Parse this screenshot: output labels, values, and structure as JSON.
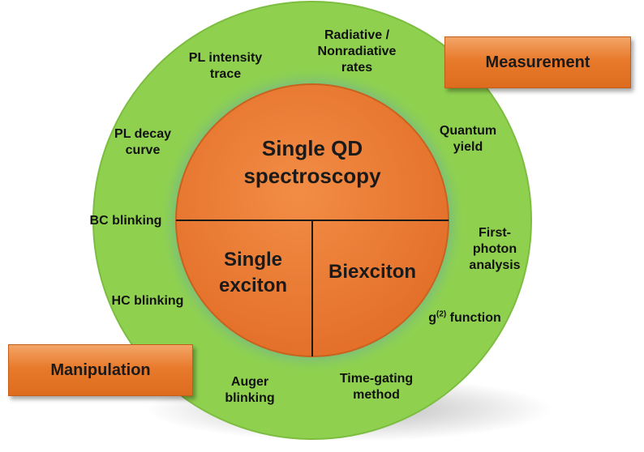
{
  "center": {
    "title_line1": "Single QD",
    "title_line2": "spectroscopy"
  },
  "segments": {
    "left_line1": "Single",
    "left_line2": "exciton",
    "right": "Biexciton"
  },
  "boxes": {
    "measurement": "Measurement",
    "manipulation": "Manipulation"
  },
  "ring_labels": {
    "radiative_line1": "Radiative /",
    "radiative_line2": "Nonradiative",
    "radiative_line3": "rates",
    "pl_intensity_line1": "PL intensity",
    "pl_intensity_line2": "trace",
    "pl_decay_line1": "PL decay",
    "pl_decay_line2": "curve",
    "quantum_line1": "Quantum",
    "quantum_line2": "yield",
    "bc_blinking": "BC blinking",
    "first_photon_line1": "First-",
    "first_photon_line2": "photon",
    "first_photon_line3": "analysis",
    "hc_blinking": "HC blinking",
    "g2_prefix": "g",
    "g2_superscript": "(2)",
    "g2_suffix": " function",
    "auger_line1": "Auger",
    "auger_line2": "blinking",
    "time_gating_line1": "Time-gating",
    "time_gating_line2": "method"
  },
  "colors": {
    "ring_green": "#8fd14f",
    "ring_border": "#7cbd40",
    "glow_blue": "#63a6b0",
    "core_orange": "#ec7a2e",
    "core_border": "#c9621d",
    "divider": "#1a1a1a"
  }
}
